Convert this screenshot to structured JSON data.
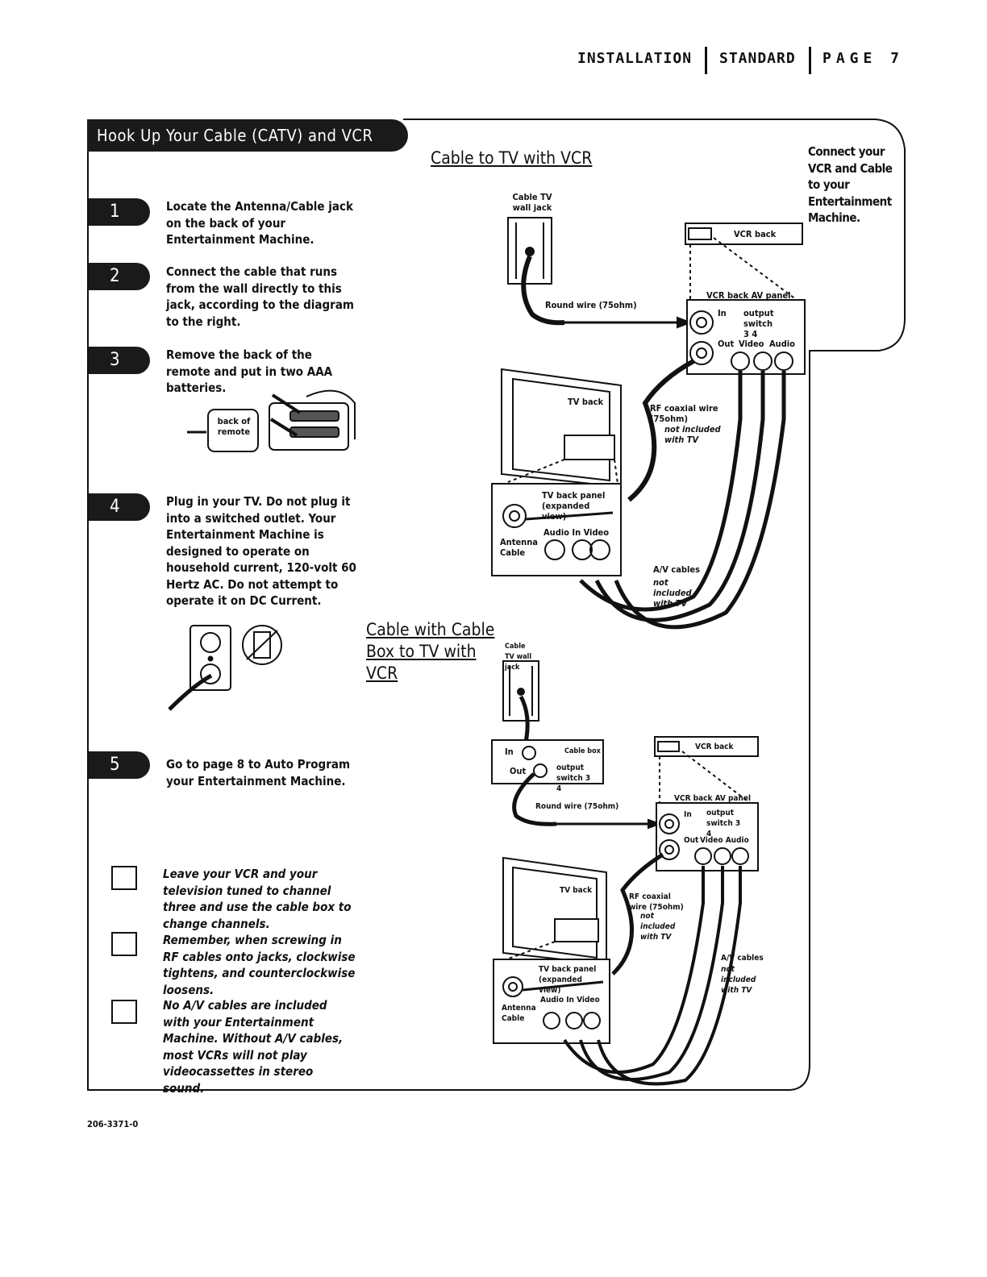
{
  "header": {
    "section": "INSTALLATION",
    "sub": "STANDARD",
    "page": "PAGE 7"
  },
  "section_title": "Hook Up Your Cable (CATV) and VCR",
  "steps": [
    {
      "num": "1",
      "text": "Locate the Antenna/Cable jack on the back of your Entertainment Machine."
    },
    {
      "num": "2",
      "text": "Connect the cable that runs from the wall directly to this jack, according to the diagram to the right."
    },
    {
      "num": "3",
      "text": "Remove the back of the remote and put in two AAA batteries."
    },
    {
      "num": "4",
      "text": "Plug in your TV. Do not plug it into a switched outlet. Your Entertainment Machine is designed to operate on household current, 120-volt 60 Hertz AC. Do not attempt to operate it on DC Current."
    },
    {
      "num": "5",
      "text": "Go to page 8 to Auto Program your Entertainment Machine."
    }
  ],
  "remote_label": "back of remote",
  "tips": [
    {
      "text": "Leave your VCR and your television tuned to channel three and use the cable box to change channels."
    },
    {
      "text": "Remember, when screwing in RF cables onto jacks, clockwise tightens, and counterclockwise loosens."
    },
    {
      "text": "No A/V cables are included with your Entertainment Machine. Without A/V cables, most VCRs will not play videocassettes in stereo sound."
    }
  ],
  "side_note": "Connect your VCR and Cable to your Entertainment Machine.",
  "diagram1": {
    "title": "Cable to TV with VCR",
    "wall_jack": "Cable TV wall jack",
    "vcr_back": "VCR back",
    "vcr_panel": "VCR back AV panel",
    "in": "In",
    "out": "Out",
    "output_switch": "output switch 3 4",
    "video": "Video",
    "audio": "Audio",
    "round_wire": "Round wire (75ohm)",
    "tv_back": "TV back",
    "rf_wire": "RF coaxial wire (75ohm)",
    "rf_note": "not included with TV",
    "tv_panel": "TV back panel (expanded view)",
    "antenna": "Antenna Cable",
    "audio_in_video": "Audio In Video",
    "av_cables": "A/V cables",
    "av_note": "not included with TV"
  },
  "diagram2": {
    "title": "Cable with Cable Box to TV with VCR",
    "wall_jack": "Cable TV wall jack",
    "cable_box": "Cable box",
    "in": "In",
    "out": "Out",
    "output_switch": "output switch 3 4",
    "round_wire": "Round wire (75ohm)",
    "vcr_back": "VCR back",
    "vcr_panel": "VCR back AV panel",
    "video_audio": "Video Audio",
    "tv_back": "TV back",
    "rf_wire": "RF coaxial wire (75ohm)",
    "rf_note": "not included with TV",
    "tv_panel": "TV back panel (expanded view)",
    "antenna": "Antenna Cable",
    "audio_in_video": "Audio In Video",
    "av_cables": "A/V cables",
    "av_note": "not included with TV"
  },
  "footer_code": "206-3371-0"
}
